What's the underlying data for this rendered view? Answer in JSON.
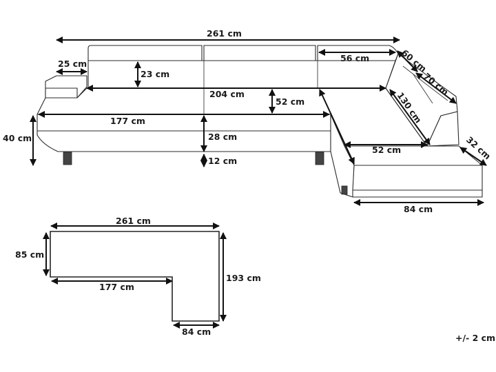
{
  "diagram": {
    "sofa_dimensions": {
      "overall_width": "261 cm",
      "armrest_width": "25 cm",
      "headrest_height": "23 cm",
      "seat_width_inner": "204 cm",
      "seat_depth": "52 cm",
      "seat_width_front": "177 cm",
      "total_height": "40 cm",
      "seat_height": "28 cm",
      "leg_height": "12 cm",
      "corner_back_top": "56 cm",
      "corner_back_depth": "60 cm",
      "corner_headrest": "70 cm",
      "corner_diagonal": "130 cm",
      "chaise_seat_depth": "52 cm",
      "chaise_side_height": "32 cm",
      "chaise_width": "84 cm"
    },
    "plan_dimensions": {
      "width": "261 cm",
      "depth": "85 cm",
      "inner_length": "177 cm",
      "total_length": "193 cm",
      "chaise_width": "84 cm"
    },
    "tolerance": "+/- 2 cm"
  }
}
